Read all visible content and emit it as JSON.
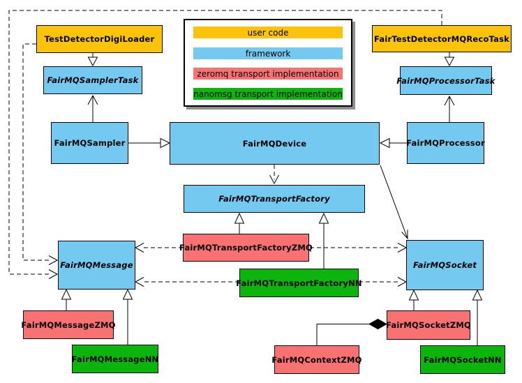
{
  "diagram": {
    "legend": {
      "items": [
        {
          "label": "user code",
          "color": "#FCC30B"
        },
        {
          "label": "framework",
          "color": "#74C9F0"
        },
        {
          "label": "zeromq transport implementation",
          "color": "#F87272"
        },
        {
          "label": "nanomsg transport implementation",
          "color": "#0BB50B"
        }
      ]
    },
    "colors": {
      "user_code": "#FCC30B",
      "framework": "#74C9F0",
      "zeromq": "#F87272",
      "nanomsg": "#0BB50B",
      "line": "#000000",
      "legend_shadow": "#8f8f8f"
    },
    "nodes": {
      "digiLoader": {
        "label": "TestDetectorDigiLoader",
        "category": "user code",
        "color": "#FCC30B"
      },
      "recoTask": {
        "label": "FairTestDetectorMQRecoTask",
        "category": "user code",
        "color": "#FCC30B"
      },
      "samplerTask": {
        "label": "FairMQSamplerTask",
        "category": "framework",
        "color": "#74C9F0"
      },
      "processorTask": {
        "label": "FairMQProcessorTask",
        "category": "framework",
        "color": "#74C9F0"
      },
      "sampler": {
        "label": "FairMQSampler",
        "category": "framework",
        "color": "#74C9F0"
      },
      "device": {
        "label": "FairMQDevice",
        "category": "framework",
        "color": "#74C9F0"
      },
      "processor": {
        "label": "FairMQProcessor",
        "category": "framework",
        "color": "#74C9F0"
      },
      "transportFactory": {
        "label": "FairMQTransportFactory",
        "category": "framework",
        "color": "#74C9F0"
      },
      "transportFactoryZMQ": {
        "label": "FairMQTransportFactoryZMQ",
        "category": "zeromq transport implementation",
        "color": "#F87272"
      },
      "transportFactoryNN": {
        "label": "FairMQTransportFactoryNN",
        "category": "nanomsg transport implementation",
        "color": "#0BB50B"
      },
      "message": {
        "label": "FairMQMessage",
        "category": "framework",
        "color": "#74C9F0"
      },
      "socket": {
        "label": "FairMQSocket",
        "category": "framework",
        "color": "#74C9F0"
      },
      "messageZMQ": {
        "label": "FairMQMessageZMQ",
        "category": "zeromq transport implementation",
        "color": "#F87272"
      },
      "messageNN": {
        "label": "FairMQMessageNN",
        "category": "nanomsg transport implementation",
        "color": "#0BB50B"
      },
      "contextZMQ": {
        "label": "FairMQContextZMQ",
        "category": "zeromq transport implementation",
        "color": "#F87272"
      },
      "socketZMQ": {
        "label": "FairMQSocketZMQ",
        "category": "zeromq transport implementation",
        "color": "#F87272"
      },
      "socketNN": {
        "label": "FairMQSocketNN",
        "category": "nanomsg transport implementation",
        "color": "#0BB50B"
      }
    },
    "edges": [
      {
        "from": "TestDetectorDigiLoader",
        "to": "FairMQSamplerTask",
        "type": "inheritance"
      },
      {
        "from": "FairTestDetectorMQRecoTask",
        "to": "FairMQProcessorTask",
        "type": "inheritance"
      },
      {
        "from": "FairMQSampler",
        "to": "FairMQDevice",
        "type": "inheritance"
      },
      {
        "from": "FairMQProcessor",
        "to": "FairMQDevice",
        "type": "inheritance"
      },
      {
        "from": "FairMQSampler",
        "to": "FairMQSamplerTask",
        "type": "association"
      },
      {
        "from": "FairMQProcessor",
        "to": "FairMQProcessorTask",
        "type": "association"
      },
      {
        "from": "FairMQDevice",
        "to": "FairMQTransportFactory",
        "type": "dependency"
      },
      {
        "from": "FairMQDevice",
        "to": "FairMQSocket",
        "type": "association"
      },
      {
        "from": "TestDetectorDigiLoader",
        "to": "FairMQMessage",
        "type": "dependency"
      },
      {
        "from": "FairTestDetectorMQRecoTask",
        "to": "FairMQMessage",
        "type": "dependency"
      },
      {
        "from": "FairMQTransportFactoryZMQ",
        "to": "FairMQTransportFactory",
        "type": "inheritance"
      },
      {
        "from": "FairMQTransportFactoryNN",
        "to": "FairMQTransportFactory",
        "type": "inheritance"
      },
      {
        "from": "FairMQTransportFactoryZMQ",
        "to": "FairMQMessage",
        "type": "dependency"
      },
      {
        "from": "FairMQTransportFactoryZMQ",
        "to": "FairMQSocket",
        "type": "dependency"
      },
      {
        "from": "FairMQTransportFactoryNN",
        "to": "FairMQMessage",
        "type": "dependency"
      },
      {
        "from": "FairMQTransportFactoryNN",
        "to": "FairMQSocket",
        "type": "dependency"
      },
      {
        "from": "FairMQMessageZMQ",
        "to": "FairMQMessage",
        "type": "inheritance"
      },
      {
        "from": "FairMQMessageNN",
        "to": "FairMQMessage",
        "type": "inheritance"
      },
      {
        "from": "FairMQSocketZMQ",
        "to": "FairMQSocket",
        "type": "inheritance"
      },
      {
        "from": "FairMQSocketNN",
        "to": "FairMQSocket",
        "type": "inheritance"
      },
      {
        "from": "FairMQContextZMQ",
        "to": "FairMQSocketZMQ",
        "type": "composition"
      }
    ]
  }
}
